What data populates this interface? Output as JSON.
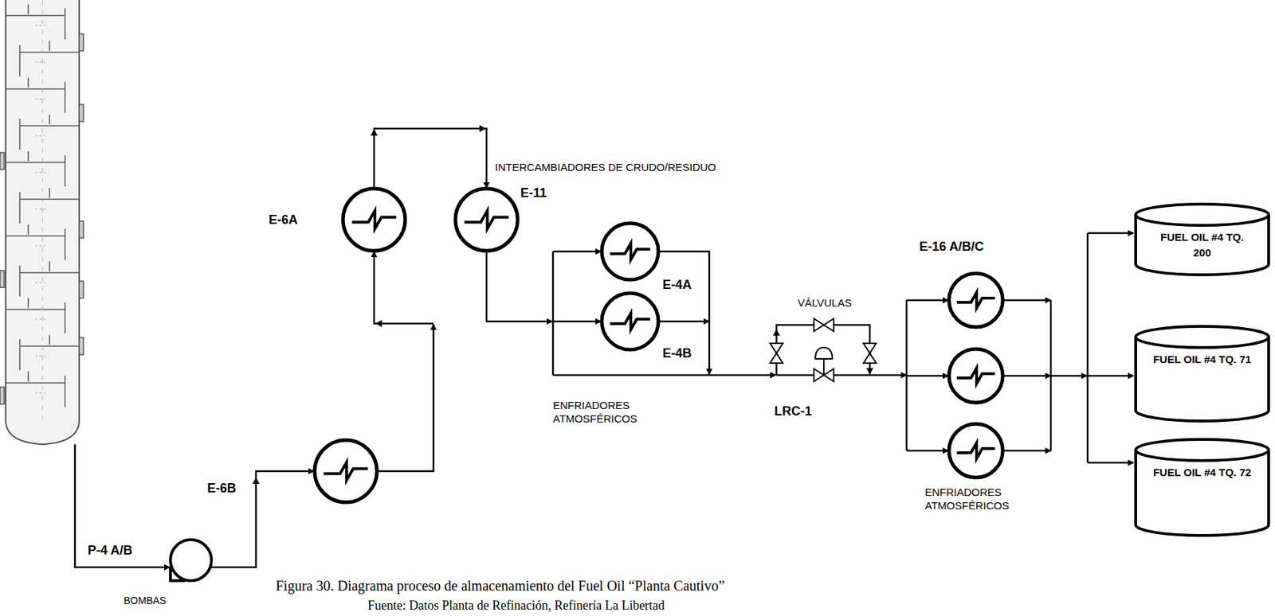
{
  "diagram": {
    "caption": "Figura 30. Diagrama proceso de almacenamiento del Fuel Oil “Planta Cautivo”",
    "nodes": [
      {
        "text": [
          "FUEL OIL #4 TQ. 200"
        ]
      },
      {
        "text": [
          "FUEL OIL #4 TQ. 71"
        ]
      },
      {
        "text": [
          "FUEL OIL #4 TQ. 72"
        ]
      }
    ],
    "labels": [
      "E-6A",
      "INTERCAMBIADORES DE CRUDO/RESIDUO",
      "E-11",
      "E-4A",
      "E-4B",
      "VÁLVULAS",
      "E-16 A/B/C",
      "ENFRIADORES ATMOSFÉRICOS",
      "LRC-1",
      "ENFRIADORES ATMOSFÉRICOS",
      "E-6B",
      "P-4 A/B",
      "BOMBAS",
      "Fuente: Datos Planta de Refinación, Refinería La Libertad"
    ]
  }
}
